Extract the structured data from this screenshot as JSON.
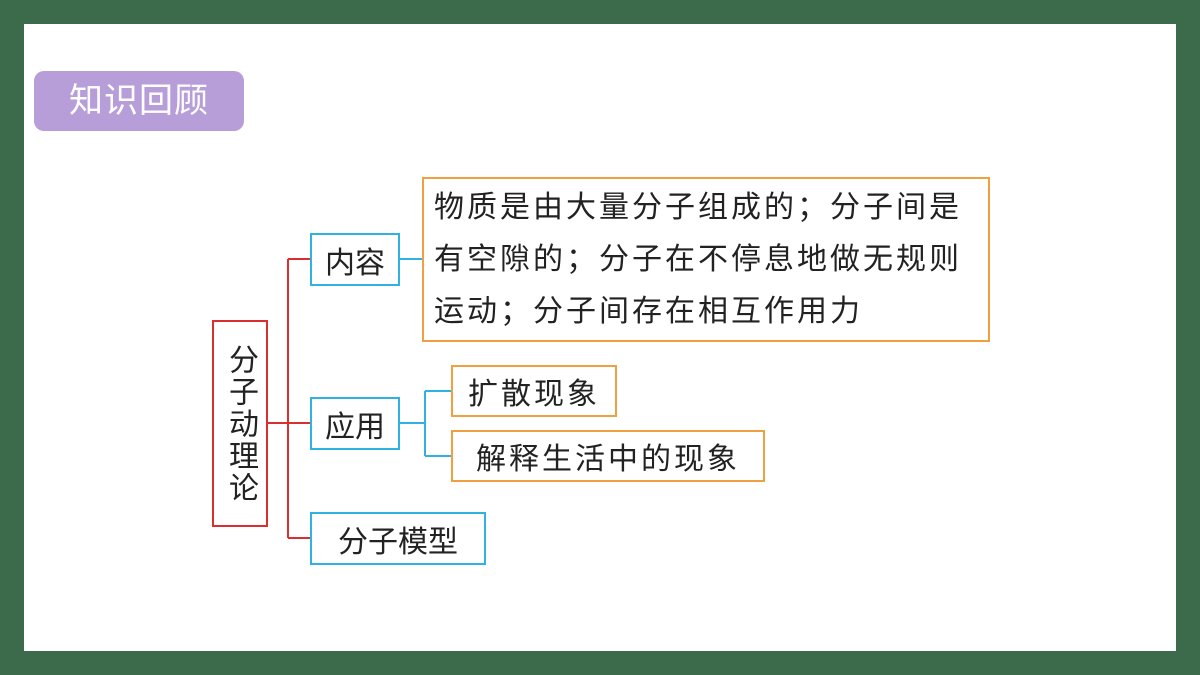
{
  "slide": {
    "title": "知识回顾"
  },
  "mindmap": {
    "root": "分子动理论",
    "branches": {
      "content": {
        "label": "内容",
        "detail": "物质是由大量分子组成的；分子间是有空隙的；分子在不停息地做无规则运动；分子间存在相互作用力"
      },
      "application": {
        "label": "应用",
        "leaves": [
          "扩散现象",
          "解释生活中的现象"
        ]
      },
      "model": {
        "label": "分子模型"
      }
    }
  },
  "colors": {
    "frame": "#3c6b4c",
    "title_badge": "#b79ed8",
    "root_border": "#d9302f",
    "branch_border": "#2fb2e0",
    "leaf_border": "#f0a040"
  }
}
